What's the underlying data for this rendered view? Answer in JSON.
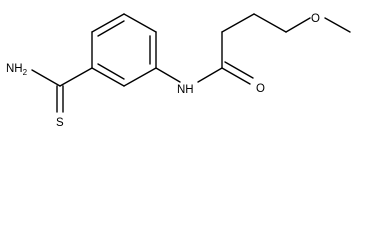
{
  "molecule": {
    "atoms": {
      "amine_n": "NH",
      "amine_h_sub": "2",
      "thioamide_s": "S",
      "amide_nh": "NH",
      "carbonyl_o": "O",
      "ether_o": "O"
    }
  },
  "colors": {
    "bond": "#000000",
    "label": "#000000",
    "background": "#ffffff"
  }
}
